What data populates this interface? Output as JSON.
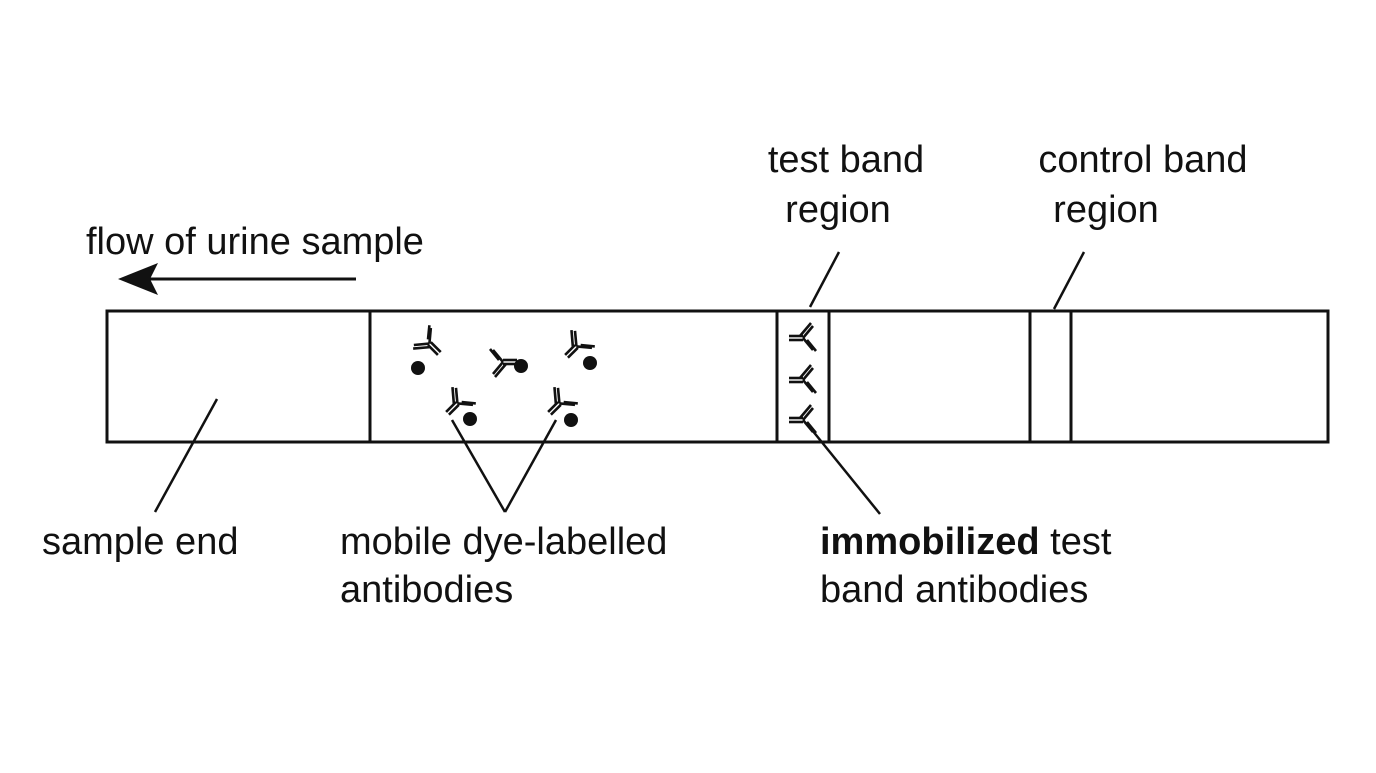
{
  "diagram": {
    "flow_label": "flow of urine sample",
    "test_band_label": [
      "test band",
      "region"
    ],
    "control_band_label": [
      "control band",
      "region"
    ],
    "sample_end_label": "sample end",
    "mobile_label": [
      "mobile dye-labelled",
      "antibodies"
    ],
    "immobilized_label": {
      "bold": "immobilized",
      "rest": " test",
      "line2": "band antibodies"
    }
  },
  "colors": {
    "ink": "#111111",
    "background": "#ffffff"
  },
  "icons": [
    "arrow-left-icon",
    "antibody-icon",
    "dye-label-dot-icon"
  ]
}
